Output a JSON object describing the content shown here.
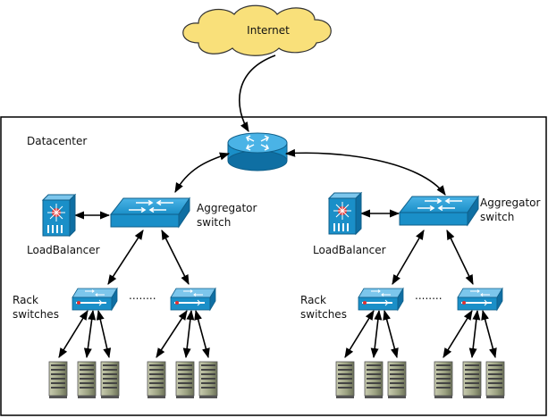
{
  "labels": {
    "internet": "Internet",
    "datacenter": "Datacenter",
    "aggregator_left_1": "Aggregator",
    "aggregator_left_2": "switch",
    "aggregator_right_1": "Aggregator",
    "aggregator_right_2": "switch",
    "loadbalancer_left": "LoadBalancer",
    "loadbalancer_right": "LoadBalancer",
    "rack_left_1": "Rack",
    "rack_left_2": "switches",
    "rack_right_1": "Rack",
    "rack_right_2": "switches",
    "ellipsis_left": "........",
    "ellipsis_right": "........"
  },
  "colors": {
    "cloud_fill": "#f9e07a",
    "switch_blue": "#1a8fc8",
    "server_fill": "#9aa080"
  },
  "icons": [
    "cloud-icon",
    "router-icon",
    "switch-icon",
    "load-balancer-icon",
    "rack-switch-icon",
    "server-icon"
  ]
}
